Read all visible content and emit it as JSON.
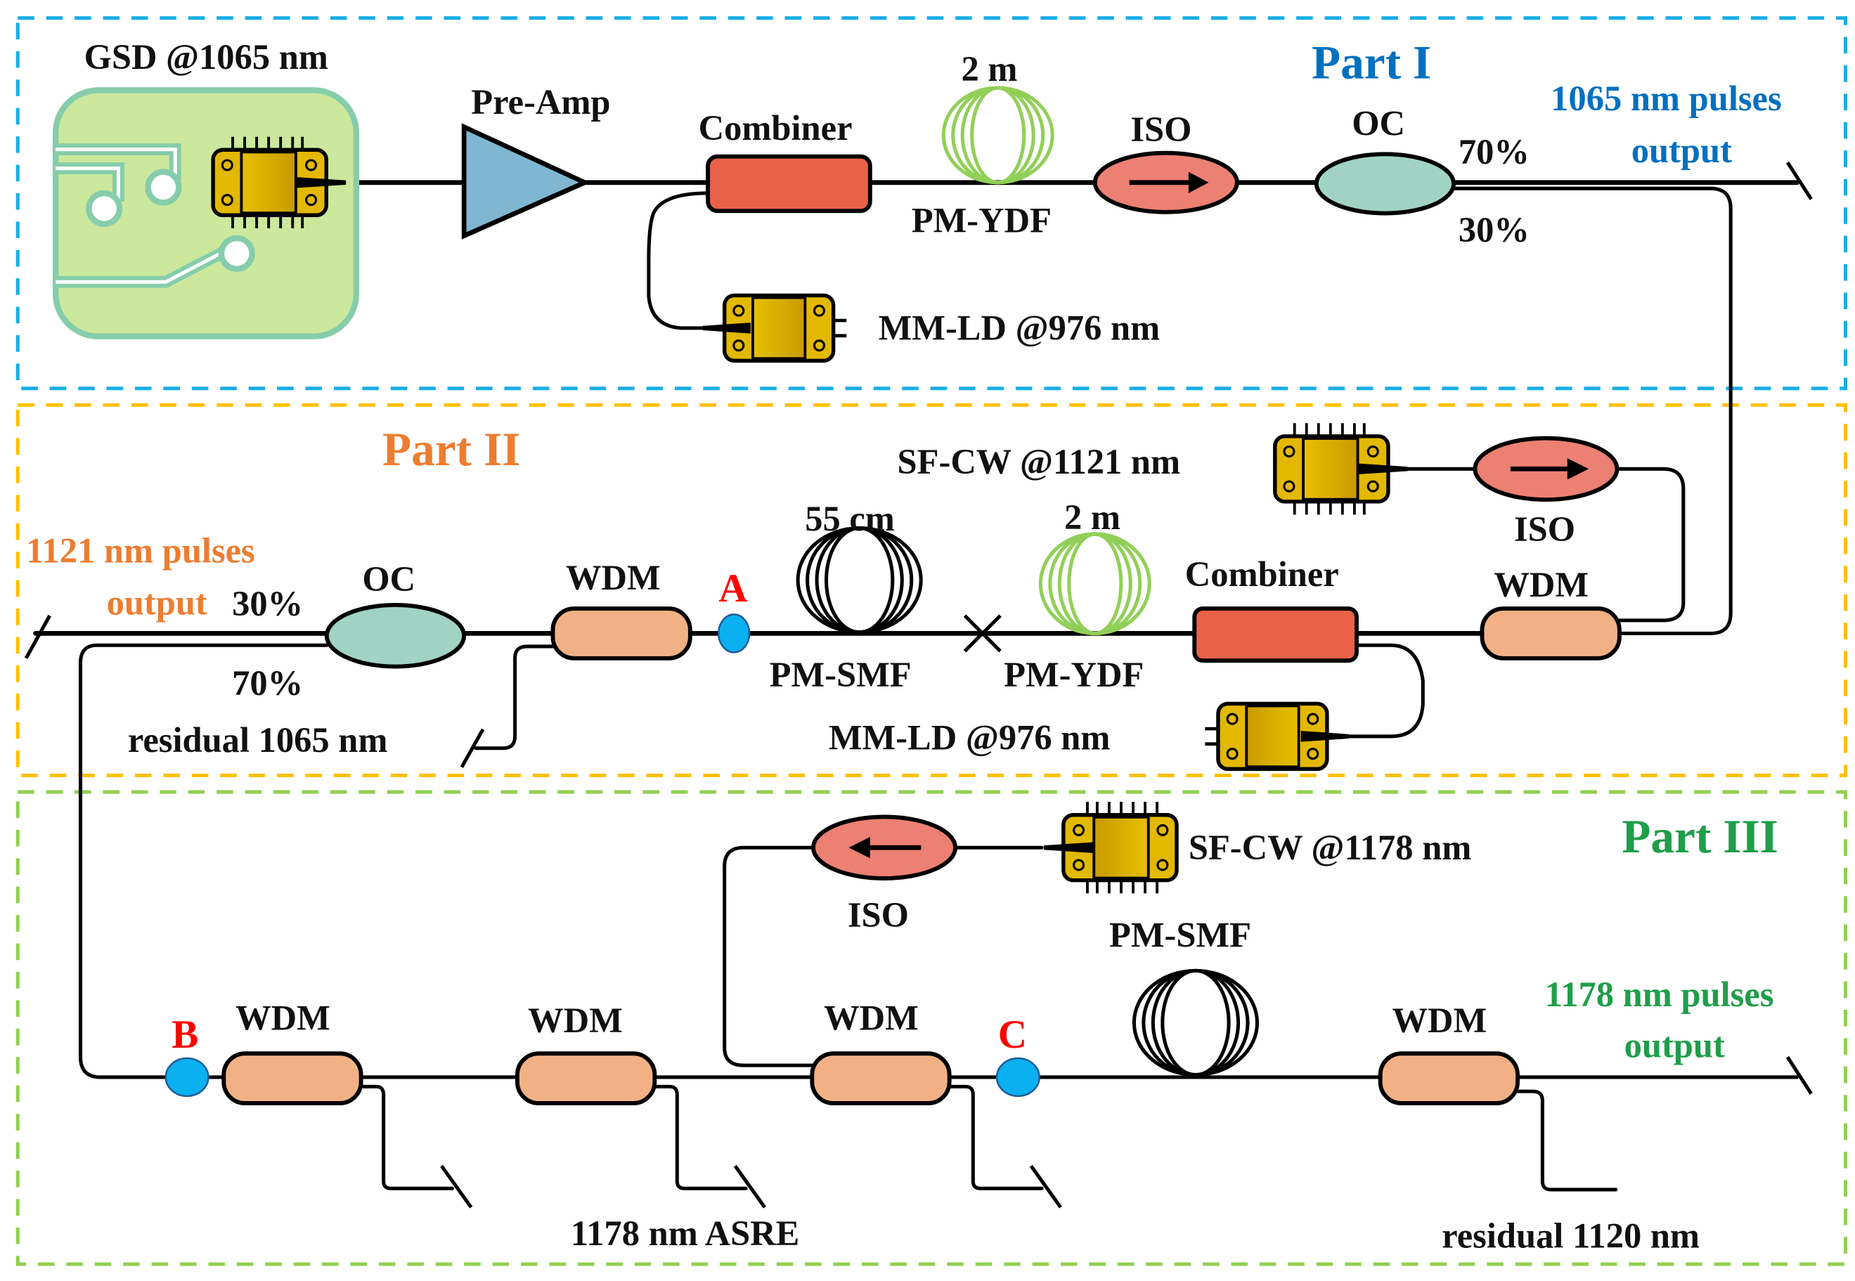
{
  "parts": {
    "part1": {
      "title": "Part I",
      "color": "#0070c0",
      "border_color": "#18aee6"
    },
    "part2": {
      "title": "Part II",
      "color": "#ed7d31",
      "border_color": "#ffc000"
    },
    "part3": {
      "title": "Part III",
      "color": "#1f9e4a",
      "border_color": "#92d050"
    }
  },
  "part1": {
    "gsd_label": "GSD @1065 nm",
    "preamp_label": "Pre-Amp",
    "combiner_label": "Combiner",
    "fiber_length": "2 m",
    "fiber_label": "PM-YDF",
    "iso_label": "ISO",
    "oc_label": "OC",
    "oc_split_high": "70%",
    "oc_split_low": "30%",
    "pump_label": "MM-LD @976 nm",
    "output_line1": "1065 nm pulses",
    "output_line2": "output"
  },
  "part2": {
    "seed_label": "SF-CW @1121 nm",
    "iso_label": "ISO",
    "wdm_right_label": "WDM",
    "combiner_label": "Combiner",
    "ydf_length": "2 m",
    "ydf_label": "PM-YDF",
    "smf_length": "55 cm",
    "smf_label": "PM-SMF",
    "wdm_left_label": "WDM",
    "point_a": "A",
    "oc_label": "OC",
    "oc_split_output": "30%",
    "oc_split_loop": "70%",
    "output_line1": "1121 nm pulses",
    "output_line2": "output",
    "residual_label": "residual 1065 nm",
    "pump_label": "MM-LD @976 nm"
  },
  "part3": {
    "seed_label": "SF-CW @1178 nm",
    "iso_label": "ISO",
    "smf_label": "PM-SMF",
    "point_b": "B",
    "point_c": "C",
    "wdm_labels": [
      "WDM",
      "WDM",
      "WDM",
      "WDM"
    ],
    "asre_label": "1178 nm ASRE",
    "residual_label": "residual 1120 nm",
    "output_line1": "1178 nm pulses",
    "output_line2": "output"
  },
  "colors": {
    "point_label": "#ff0000",
    "fiber": "#000000"
  }
}
